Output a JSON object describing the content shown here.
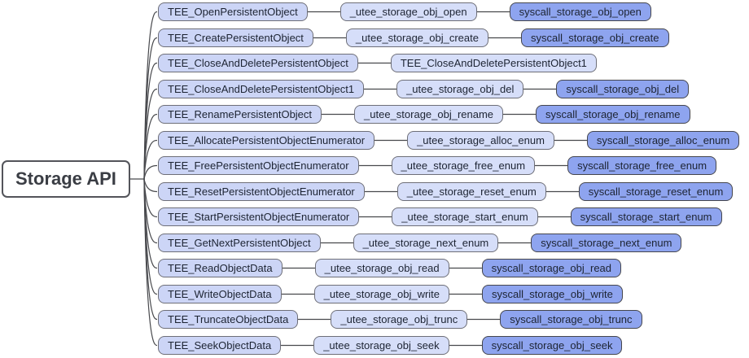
{
  "root": {
    "label": "Storage API"
  },
  "colors": {
    "background": "#ffffff",
    "node_fill_level1": "#ccd5f6",
    "node_fill_level2": "#d6def9",
    "node_fill_level3": "#8ea4ef",
    "node_border_light": "#6e6f78",
    "node_border_dark": "#45464d",
    "root_border": "#53545a",
    "root_text": "#3a3d44",
    "node_text": "#1d2433",
    "connector": "#48494d"
  },
  "rows": [
    {
      "nodes": [
        {
          "label": "TEE_OpenPersistentObject",
          "level": 1
        },
        {
          "label": "_utee_storage_obj_open",
          "level": 2
        },
        {
          "label": "syscall_storage_obj_open",
          "level": 3
        }
      ]
    },
    {
      "nodes": [
        {
          "label": "TEE_CreatePersistentObject",
          "level": 1
        },
        {
          "label": "_utee_storage_obj_create",
          "level": 2
        },
        {
          "label": "syscall_storage_obj_create",
          "level": 3
        }
      ]
    },
    {
      "nodes": [
        {
          "label": "TEE_CloseAndDeletePersistentObject",
          "level": 1
        },
        {
          "label": "TEE_CloseAndDeletePersistentObject1",
          "level": 2
        }
      ]
    },
    {
      "nodes": [
        {
          "label": "TEE_CloseAndDeletePersistentObject1",
          "level": 1
        },
        {
          "label": "_utee_storage_obj_del",
          "level": 2
        },
        {
          "label": "syscall_storage_obj_del",
          "level": 3
        }
      ]
    },
    {
      "nodes": [
        {
          "label": "TEE_RenamePersistentObject",
          "level": 1
        },
        {
          "label": "_utee_storage_obj_rename",
          "level": 2
        },
        {
          "label": "syscall_storage_obj_rename",
          "level": 3
        }
      ]
    },
    {
      "nodes": [
        {
          "label": "TEE_AllocatePersistentObjectEnumerator",
          "level": 1
        },
        {
          "label": "_utee_storage_alloc_enum",
          "level": 2
        },
        {
          "label": "syscall_storage_alloc_enum",
          "level": 3
        }
      ]
    },
    {
      "nodes": [
        {
          "label": "TEE_FreePersistentObjectEnumerator",
          "level": 1
        },
        {
          "label": "_utee_storage_free_enum",
          "level": 2
        },
        {
          "label": "syscall_storage_free_enum",
          "level": 3
        }
      ]
    },
    {
      "nodes": [
        {
          "label": "TEE_ResetPersistentObjectEnumerator",
          "level": 1
        },
        {
          "label": "_utee_storage_reset_enum",
          "level": 2
        },
        {
          "label": "syscall_storage_reset_enum",
          "level": 3
        }
      ]
    },
    {
      "nodes": [
        {
          "label": "TEE_StartPersistentObjectEnumerator",
          "level": 1
        },
        {
          "label": "_utee_storage_start_enum",
          "level": 2
        },
        {
          "label": "syscall_storage_start_enum",
          "level": 3
        }
      ]
    },
    {
      "nodes": [
        {
          "label": "TEE_GetNextPersistentObject",
          "level": 1
        },
        {
          "label": "_utee_storage_next_enum",
          "level": 2
        },
        {
          "label": "syscall_storage_next_enum",
          "level": 3
        }
      ]
    },
    {
      "nodes": [
        {
          "label": "TEE_ReadObjectData",
          "level": 1
        },
        {
          "label": "_utee_storage_obj_read",
          "level": 2
        },
        {
          "label": "syscall_storage_obj_read",
          "level": 3
        }
      ]
    },
    {
      "nodes": [
        {
          "label": "TEE_WriteObjectData",
          "level": 1
        },
        {
          "label": "_utee_storage_obj_write",
          "level": 2
        },
        {
          "label": "syscall_storage_obj_write",
          "level": 3
        }
      ]
    },
    {
      "nodes": [
        {
          "label": "TEE_TruncateObjectData",
          "level": 1
        },
        {
          "label": "_utee_storage_obj_trunc",
          "level": 2
        },
        {
          "label": "syscall_storage_obj_trunc",
          "level": 3
        }
      ]
    },
    {
      "nodes": [
        {
          "label": "TEE_SeekObjectData",
          "level": 1
        },
        {
          "label": "_utee_storage_obj_seek",
          "level": 2
        },
        {
          "label": "syscall_storage_obj_seek",
          "level": 3
        }
      ]
    }
  ]
}
